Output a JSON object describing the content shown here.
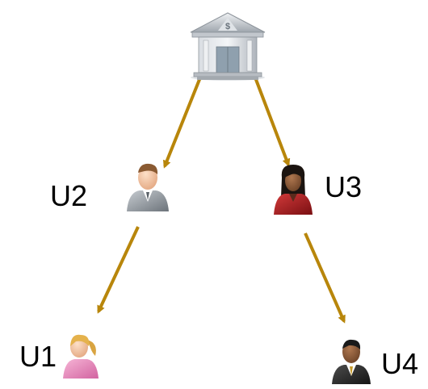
{
  "nodes": {
    "bank": {
      "icon": "bank-icon"
    },
    "u2": {
      "label": "U2",
      "icon": "man-grey-suit-icon"
    },
    "u3": {
      "label": "U3",
      "icon": "woman-red-jacket-icon"
    },
    "u1": {
      "label": "U1",
      "icon": "girl-pink-shirt-icon"
    },
    "u4": {
      "label": "U4",
      "icon": "man-dark-suit-icon"
    }
  },
  "colors": {
    "arrow": "#b8860b"
  }
}
